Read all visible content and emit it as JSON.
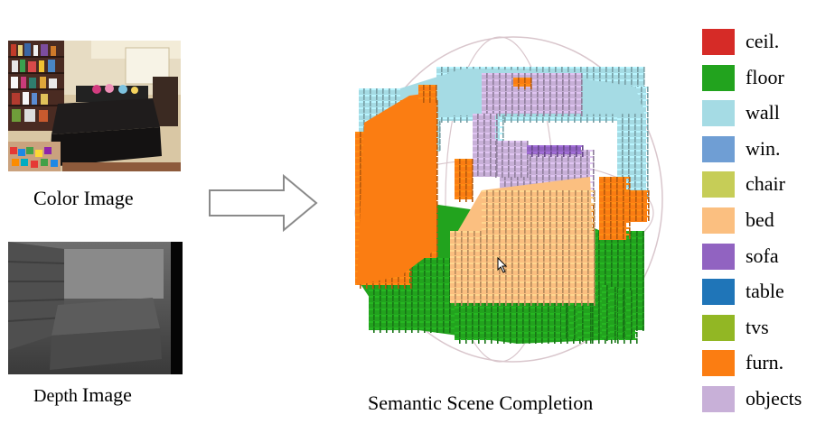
{
  "input_images": {
    "color_caption": "Color Image",
    "depth_caption_word": "Depth",
    "depth_caption_rest": "Image"
  },
  "output": {
    "caption": "Semantic Scene Completion"
  },
  "legend": [
    {
      "label": "ceil.",
      "color": "#d62b27"
    },
    {
      "label": "floor",
      "color": "#22a31e"
    },
    {
      "label": "wall",
      "color": "#a5dbe4"
    },
    {
      "label": "win.",
      "color": "#6f9ed4"
    },
    {
      "label": "chair",
      "color": "#c6cd57"
    },
    {
      "label": "bed",
      "color": "#fbbf80"
    },
    {
      "label": "sofa",
      "color": "#9163c1"
    },
    {
      "label": "table",
      "color": "#1f75b8"
    },
    {
      "label": "tvs",
      "color": "#92b724"
    },
    {
      "label": "furn.",
      "color": "#fb7d12"
    },
    {
      "label": "objects",
      "color": "#c8b0d8"
    }
  ]
}
